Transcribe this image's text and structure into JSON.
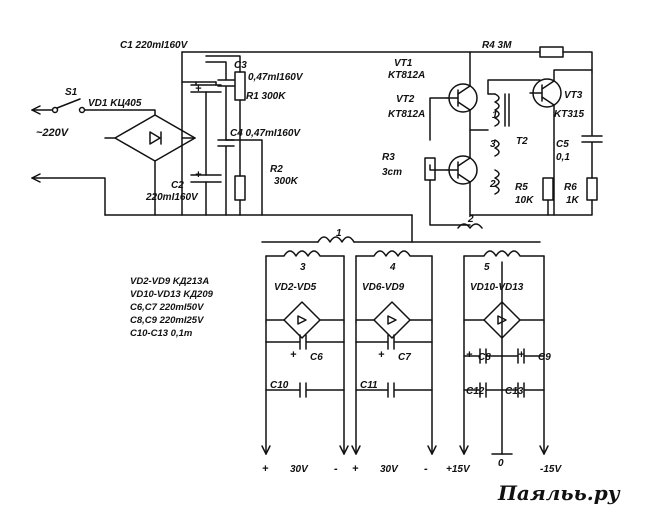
{
  "labels": {
    "c1": "C1 220mI160V",
    "r4": "R4  3M",
    "s1": "S1",
    "vd1": "VD1 KЦ405",
    "ac_in": "~220V",
    "c3": "C3",
    "c3_val": "0,47mI160V",
    "r1": "R1 300K",
    "c4": "C4 0,47mI160V",
    "c2": "C2",
    "c2_val": "220mI160V",
    "r2": "R2",
    "r2_val": "300K",
    "vt1": "VT1",
    "vt1_type": "KT812A",
    "vt2": "VT2",
    "vt2_type": "KT812A",
    "vt3": "VT3",
    "vt3_type": "KT315",
    "t2": "T2",
    "c5": "C5",
    "c5_val": "0,1",
    "r3": "R3",
    "r3_val": "3cm",
    "r5": "R5",
    "r5_val": "10K",
    "r6": "R6",
    "r6_val": "1K",
    "w1_a": "1",
    "w2": "2",
    "w3": "3",
    "w1_b": "1",
    "w2_b": "2",
    "w3_b": "3",
    "w4": "4",
    "w5": "5",
    "bridge1": "VD2-VD5",
    "bridge2": "VD6-VD9",
    "bridge3": "VD10-VD13",
    "note1": "VD2-VD9 KД213A",
    "note2": "VD10-VD13  KД209",
    "note3": "C6,C7 220mI50V",
    "note4": "C8,C9 220mI25V",
    "note5": "C10-C13  0,1m",
    "c6": "C6",
    "c7": "C7",
    "c8": "C8",
    "c9": "C9",
    "c10": "C10",
    "c11": "C11",
    "c12": "C12",
    "c13": "C13",
    "plus1": "+",
    "out1": "30V",
    "minus1": "-",
    "plus2": "+",
    "out2": "30V",
    "minus2": "-",
    "out3": "+15V",
    "out4": "0",
    "out5": "-15V",
    "pol_c2": "+",
    "pol_c3": "+",
    "pol_c6": "+",
    "pol_c7": "+",
    "pol_c8": "+",
    "pol_c9": "+",
    "watermark": "Паяльь.ру"
  }
}
